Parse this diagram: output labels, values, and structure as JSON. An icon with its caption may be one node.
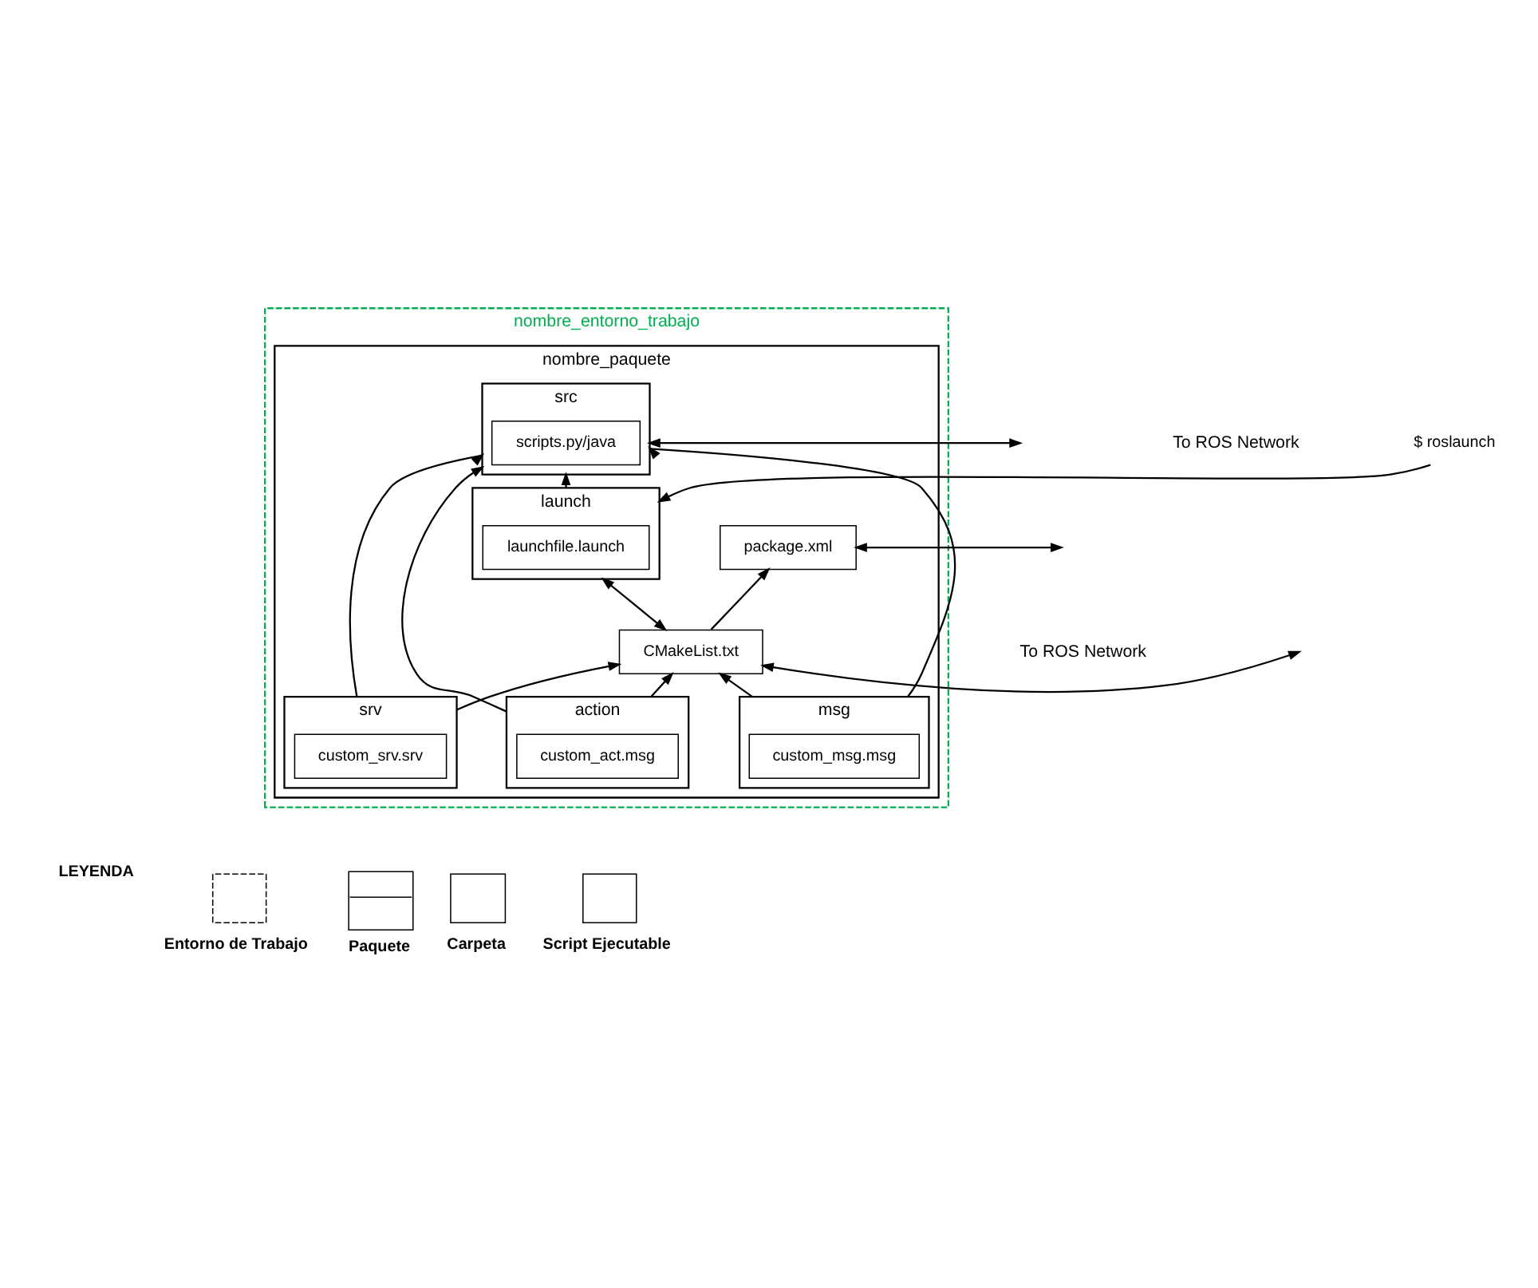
{
  "diagram": {
    "nodes": [
      {
        "text": [
          "nombre_entorno_trabajo"
        ]
      },
      {
        "text": [
          "nombre_paquete"
        ],
        "in": 0
      },
      {
        "text": [
          "package.xml"
        ],
        "in": 1
      },
      {
        "text": [
          "CMakeList.txt"
        ],
        "in": 1
      },
      {
        "text": [
          "launch"
        ],
        "in": 1
      },
      {
        "text": [
          "launchfile.launch"
        ],
        "in": 4
      },
      {
        "text": [
          "src"
        ],
        "in": 1
      },
      {
        "text": [
          "scripts.py/java"
        ],
        "in": 6
      },
      {
        "text": [
          "msg"
        ],
        "in": 1
      },
      {
        "text": [
          "custom_msg.msg"
        ],
        "in": 8
      },
      {
        "text": [
          "srv"
        ],
        "in": 1
      },
      {
        "text": [
          "custom_srv.srv"
        ],
        "in": 10
      },
      {
        "text": [
          "action"
        ],
        "in": 1
      },
      {
        "text": [
          "custom_act.msg"
        ],
        "in": 12
      },
      {
        "text": [
          "$ roslaunch"
        ]
      }
    ],
    "edges": [
      {
        "from": null,
        "to": 2,
        "arrow": "both"
      },
      {
        "from": null,
        "to": 3,
        "arrow": "both"
      },
      {
        "from": 3,
        "to": 2,
        "arrow": "to"
      },
      {
        "from": 3,
        "to": 4,
        "arrow": "both"
      },
      {
        "from": 14,
        "to": 4,
        "arrow": "to"
      },
      {
        "from": 4,
        "to": 6,
        "arrow": "to"
      },
      {
        "from": 6,
        "to": null,
        "arrow": "both"
      },
      {
        "from": 8,
        "to": 3,
        "arrow": "to"
      },
      {
        "from": 8,
        "to": 6,
        "arrow": "to"
      },
      {
        "from": 10,
        "to": 3,
        "arrow": "to"
      },
      {
        "from": 10,
        "to": 6,
        "arrow": "to"
      },
      {
        "from": 12,
        "to": 3,
        "arrow": "to"
      },
      {
        "from": 12,
        "to": 6,
        "arrow": "to"
      }
    ],
    "labels": [
      "To ROS Network",
      "To ROS Network",
      "LEYENDA"
    ],
    "legend": [
      {
        "text": "Entorno de Trabajo"
      },
      {
        "text": "Paquete"
      },
      {
        "text": "Carpeta"
      },
      {
        "text": "Script Ejecutable"
      }
    ]
  }
}
